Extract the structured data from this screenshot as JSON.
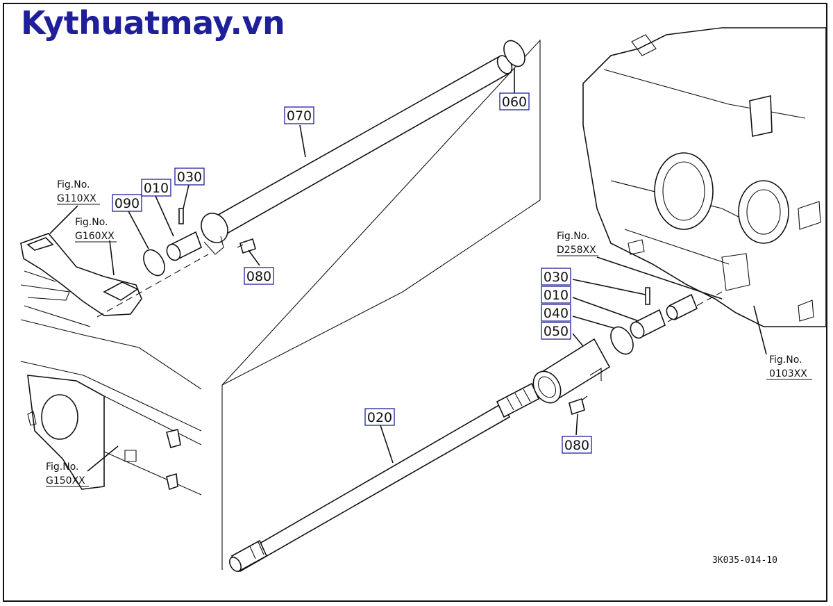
{
  "brand": {
    "text": "Kythuatmay.vn",
    "color": "#1f1f9a"
  },
  "callouts": [
    {
      "id": "c070",
      "label": "070"
    },
    {
      "id": "c060",
      "label": "060"
    },
    {
      "id": "c030a",
      "label": "030"
    },
    {
      "id": "c010a",
      "label": "010"
    },
    {
      "id": "c090",
      "label": "090"
    },
    {
      "id": "c080a",
      "label": "080"
    },
    {
      "id": "c030b",
      "label": "030"
    },
    {
      "id": "c010b",
      "label": "010"
    },
    {
      "id": "c040",
      "label": "040"
    },
    {
      "id": "c050",
      "label": "050"
    },
    {
      "id": "c020",
      "label": "020"
    },
    {
      "id": "c080b",
      "label": "080"
    }
  ],
  "figrefs": [
    {
      "id": "f110",
      "line1": "Fig.No.",
      "line2": "G110XX"
    },
    {
      "id": "f160",
      "line1": "Fig.No.",
      "line2": "G160XX"
    },
    {
      "id": "f150",
      "line1": "Fig.No.",
      "line2": "G150XX"
    },
    {
      "id": "f258",
      "line1": "Fig.No.",
      "line2": "D258XX"
    },
    {
      "id": "f103",
      "line1": "Fig.No.",
      "line2": "0103XX"
    }
  ],
  "drawing_number": "3K035-014-10"
}
